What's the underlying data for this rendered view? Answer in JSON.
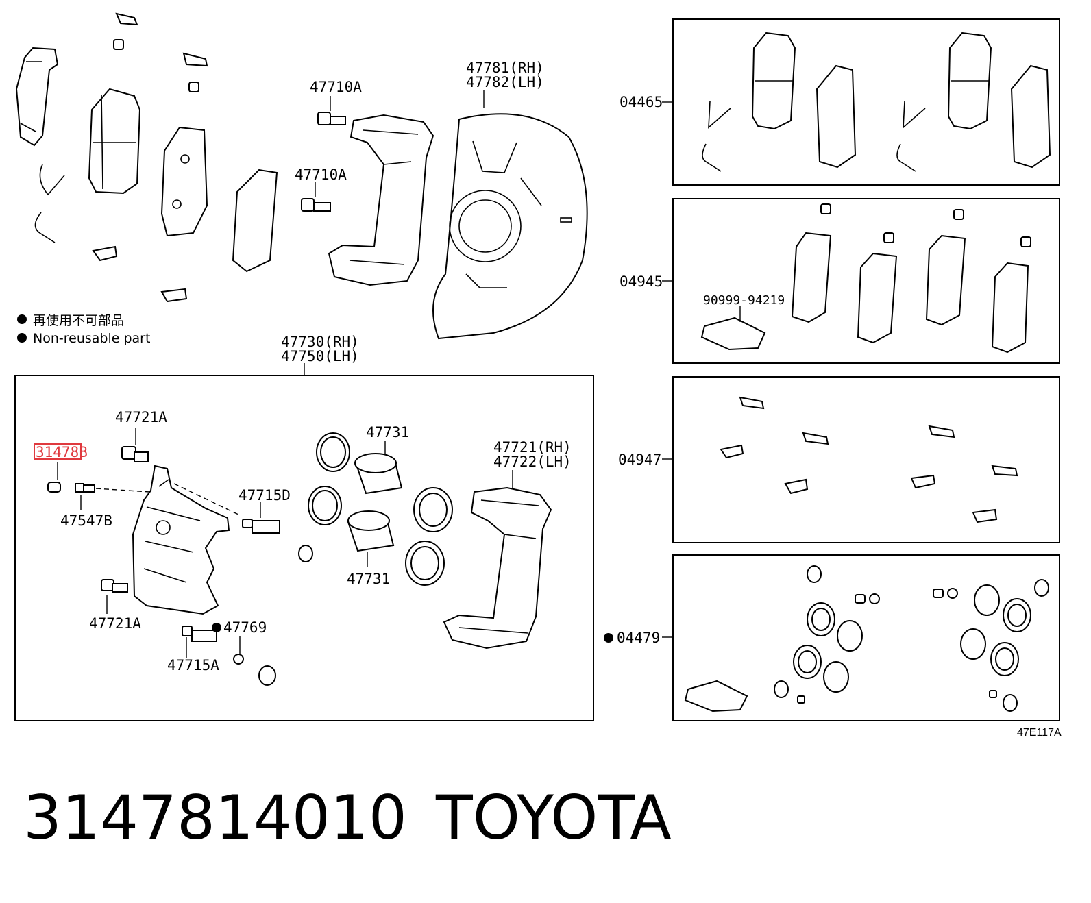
{
  "diagram": {
    "callouts": {
      "c47710a_top": "47710A",
      "c47710a_mid": "47710A",
      "c47781": "47781(RH)",
      "c47782": "47782(LH)",
      "c47730": "47730(RH)",
      "c47750": "47750(LH)",
      "c47721a_top": "47721A",
      "c31478b": "31478B",
      "c47547b": "47547B",
      "c47715d": "47715D",
      "c47731_top": "47731",
      "c47731_bot": "47731",
      "c47721": "47721(RH)",
      "c47722": "47722(LH)",
      "c47721a_bot": "47721A",
      "c47769": "47769",
      "c47715a": "47715A",
      "c04465": "04465",
      "c04945": "04945",
      "c90999": "90999-94219",
      "c04947": "04947",
      "c04479": "04479"
    },
    "legend": {
      "line1": "再使用不可部品",
      "line2": "Non-reusable part"
    },
    "reference_code": "47E117A",
    "highlight_color": "#e0393e"
  },
  "footer": {
    "part_number": "3147814010",
    "brand": "TOYOTA"
  }
}
